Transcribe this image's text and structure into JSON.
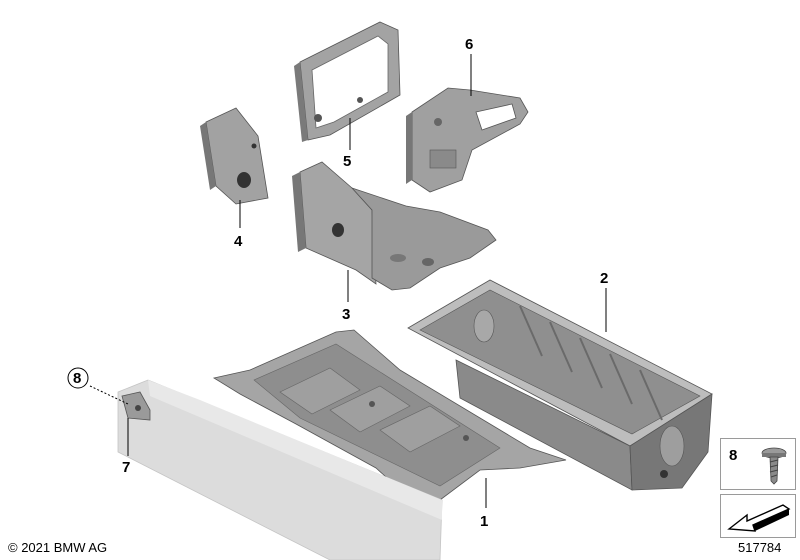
{
  "callouts": {
    "c1": "1",
    "c2": "2",
    "c3": "3",
    "c4": "4",
    "c5": "5",
    "c6": "6",
    "c7": "7",
    "c8": "8"
  },
  "legend_panel": {
    "screw_number": "8"
  },
  "footer": {
    "copyright": "© 2021 BMW AG",
    "document_number": "517784"
  },
  "colors": {
    "part_fill": "#9c9c9c",
    "part_shadow": "#6e6e6e",
    "ghost_part": "#d8d8d8",
    "panel_border": "#9a9a9a"
  }
}
